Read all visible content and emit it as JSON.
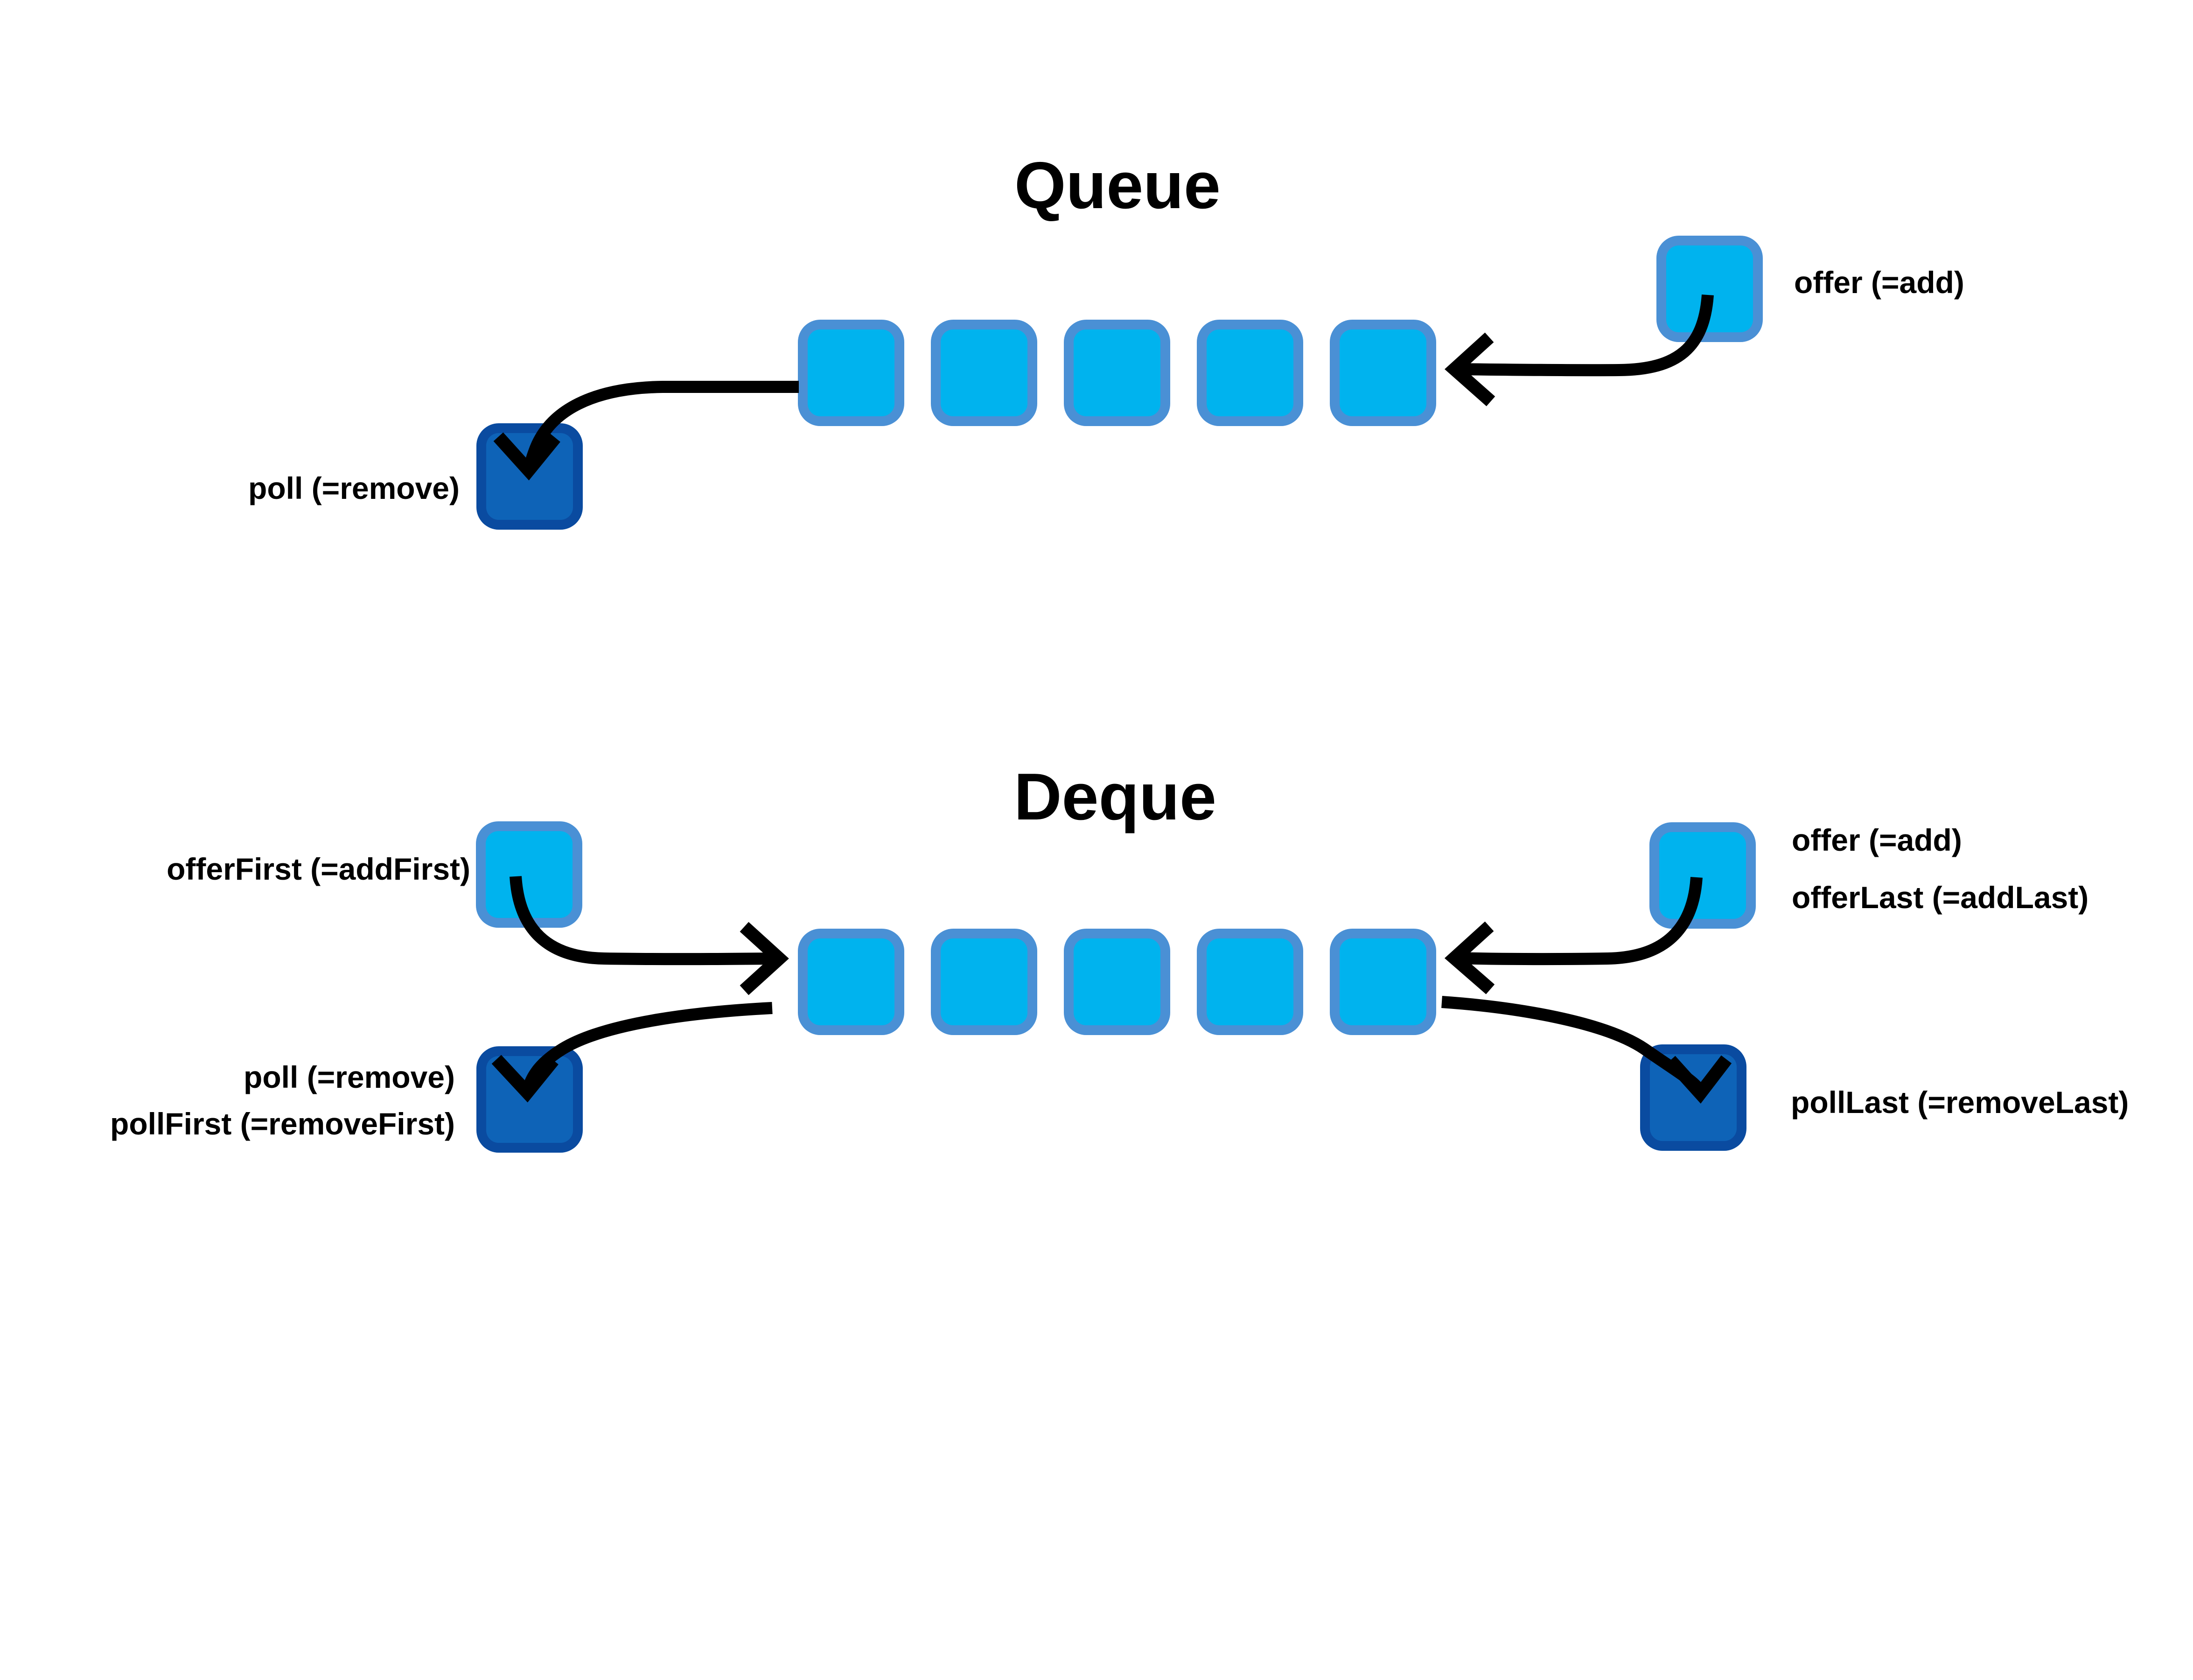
{
  "colors": {
    "background": "#ffffff",
    "ink": "#000000",
    "light_square_fill": "#00b3ee",
    "light_square_border": "#4a90d5",
    "dark_square_fill": "#0e63b7",
    "dark_square_border": "#0a4ba0"
  },
  "queue": {
    "title": "Queue",
    "cells": 5,
    "offer_label": "offer (=add)",
    "poll_label": "poll (=remove)"
  },
  "deque": {
    "title": "Deque",
    "cells": 5,
    "offer_first_label": "offerFirst (=addFirst)",
    "offer_label": "offer (=add)",
    "offer_last_label": "offerLast (=addLast)",
    "poll_label_line1": "poll (=remove)",
    "poll_label_line2": "pollFirst (=removeFirst)",
    "poll_last_label": "pollLast (=removeLast)"
  }
}
